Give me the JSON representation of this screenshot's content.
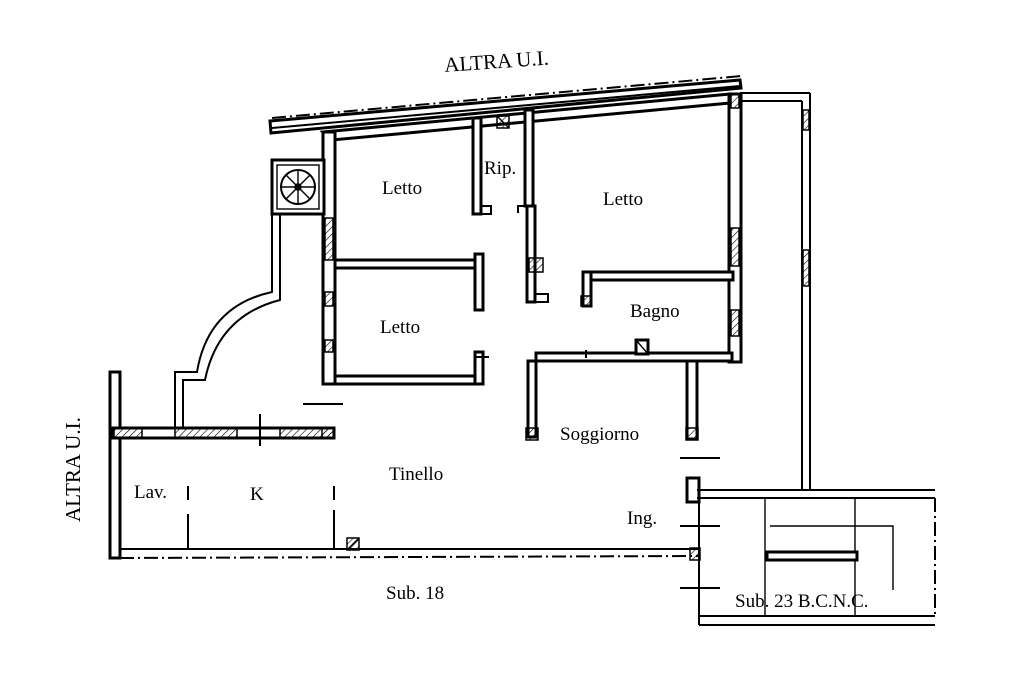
{
  "neighbours": {
    "top": "ALTRA U.I.",
    "left": "ALTRA U.I."
  },
  "rooms": {
    "letto_1": "Letto",
    "letto_2": "Letto",
    "letto_3": "Letto",
    "ripostiglio": "Rip.",
    "bagno": "Bagno",
    "soggiorno": "Soggiorno",
    "tinello": "Tinello",
    "lavanderia": "Lav.",
    "cucina": "K",
    "ingresso": "Ing."
  },
  "subalterns": {
    "main": "Sub. 18",
    "common": "Sub. 23 B.C.N.C."
  },
  "icons": {
    "fan": "ventilation-fan-icon"
  }
}
